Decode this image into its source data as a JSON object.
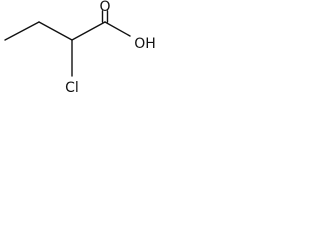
{
  "molecule": {
    "atoms": {
      "carbonyl_oxygen": "O",
      "hydroxyl": "OH",
      "chlorine": "Cl"
    }
  },
  "colors": {
    "bond": "#111111",
    "label": "#111111",
    "background": "#ffffff"
  }
}
